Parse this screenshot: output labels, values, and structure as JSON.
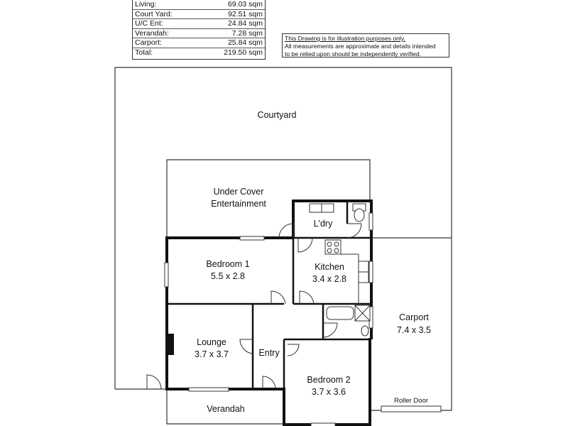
{
  "area_schedule": [
    {
      "label": "Living:",
      "value": "69.03 sqm"
    },
    {
      "label": "Court Yard:",
      "value": "92.51 sqm"
    },
    {
      "label": "U/C Ent:",
      "value": "24.84 sqm"
    },
    {
      "label": "Verandah:",
      "value": "7.28 sqm"
    },
    {
      "label": "Carport:",
      "value": "25.84 sqm"
    },
    {
      "label": "Total:",
      "value": "219.50 sqm"
    }
  ],
  "disclaimer": {
    "line1": "This Drawing is for illustration purposes only.",
    "line2": "All measurements are approximate and details intended",
    "line3": "to be relied upon should be independently verified."
  },
  "rooms": {
    "courtyard": {
      "name": "Courtyard"
    },
    "uc_ent": {
      "name_line1": "Under Cover",
      "name_line2": "Entertainment"
    },
    "laundry": {
      "name": "L'dry"
    },
    "bedroom1": {
      "name": "Bedroom 1",
      "size": "5.5 x 2.8"
    },
    "kitchen": {
      "name": "Kitchen",
      "size": "3.4 x 2.8"
    },
    "carport": {
      "name": "Carport",
      "size": "7.4 x 3.5"
    },
    "lounge": {
      "name": "Lounge",
      "size": "3.7 x 3.7"
    },
    "entry": {
      "name": "Entry"
    },
    "bedroom2": {
      "name": "Bedroom 2",
      "size": "3.7 x 3.6"
    },
    "verandah": {
      "name": "Verandah"
    },
    "roller_door": {
      "name": "Roller Door"
    }
  }
}
